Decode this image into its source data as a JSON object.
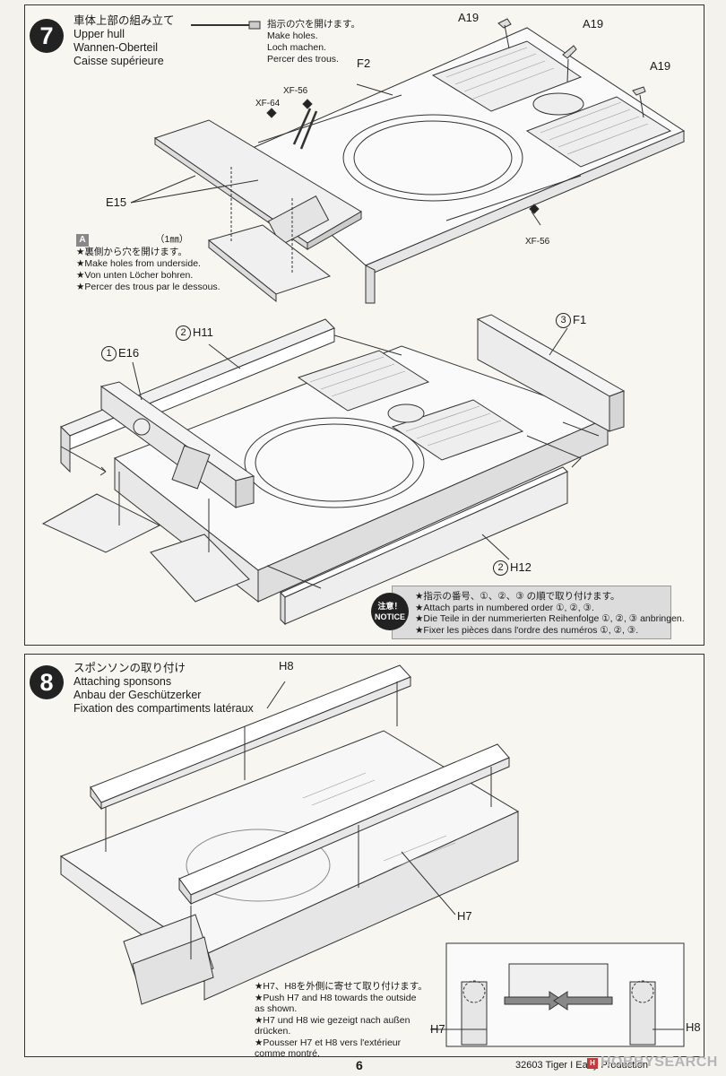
{
  "step7": {
    "number": "7",
    "title_ja": "車体上部の組み立て",
    "title_en": "Upper hull",
    "title_de": "Wannen-Oberteil",
    "title_fr": "Caisse supérieure",
    "drill_ja": "指示の穴を開けます。",
    "drill_en": "Make holes.",
    "drill_de": "Loch machen.",
    "drill_fr": "Percer des trous.",
    "labels": {
      "a19_1": "A19",
      "a19_2": "A19",
      "a19_3": "A19",
      "f2": "F2",
      "xf56_top": "XF-56",
      "xf64": "XF-64",
      "e15": "E15",
      "xf56_bottom": "XF-56",
      "h11": "H11",
      "e16": "E16",
      "f1": "F1",
      "h12": "H12"
    },
    "order": {
      "h11": "2",
      "e16": "1",
      "f1": "3",
      "h12": "2"
    },
    "underside": {
      "badge": "A",
      "size": "（1㎜）",
      "ja": "★裏側から穴を開けます。",
      "en": "★Make holes from underside.",
      "de": "★Von unten Löcher bohren.",
      "fr": "★Percer des trous par le dessous."
    },
    "notice": {
      "badge_ja": "注意！",
      "badge_en": "NOTICE",
      "ja": "★指示の番号、①、②、③ の順で取り付けます。",
      "en": "★Attach parts in numbered order ①, ②, ③.",
      "de": "★Die Teile in der nummerierten Reihenfolge ①, ②, ③ anbringen.",
      "fr": "★Fixer les pièces dans l'ordre des numéros ①, ②, ③."
    }
  },
  "step8": {
    "number": "8",
    "title_ja": "スポンソンの取り付け",
    "title_en": "Attaching sponsons",
    "title_de": "Anbau der Geschützerker",
    "title_fr": "Fixation des compartiments latéraux",
    "labels": {
      "h8_top": "H8",
      "h7": "H7",
      "h7_detail": "H7",
      "h8_detail": "H8"
    },
    "notes": {
      "ja": "★H7、H8を外側に寄せて取り付けます。",
      "en1": "★Push H7 and H8 towards the outside",
      "en2": "as shown.",
      "de1": "★H7 und H8 wie gezeigt nach außen",
      "de2": "drücken.",
      "fr1": "★Pousser H7 et H8 vers l'extérieur",
      "fr2": "comme montré."
    }
  },
  "footer": {
    "product": "32603  Tiger I Early Production",
    "page": "6",
    "watermark_badge": "H",
    "watermark": "HOBBYSEARCH"
  }
}
